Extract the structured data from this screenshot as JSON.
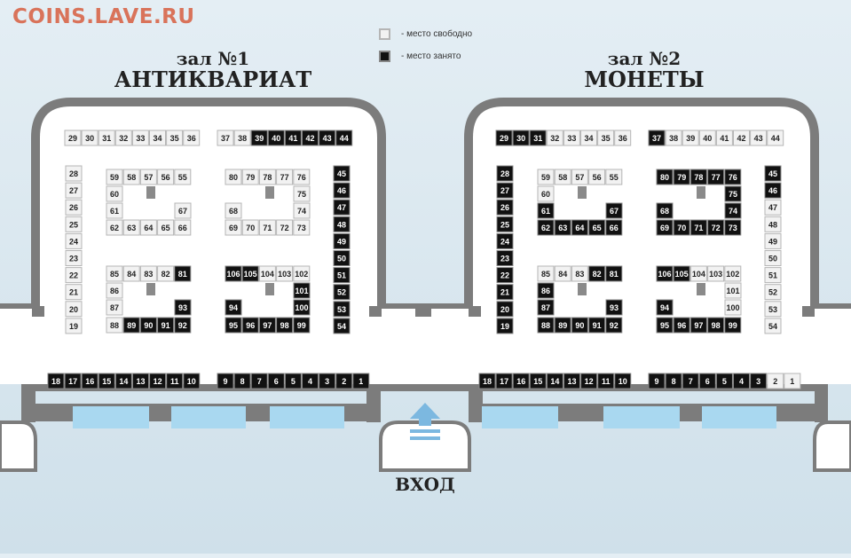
{
  "watermark": "COINS.LAVE.RU",
  "legend": [
    {
      "label": "- место свободно",
      "state": "free"
    },
    {
      "label": "- место занято",
      "state": "busy"
    }
  ],
  "halls": [
    {
      "subtitle": "зал №1",
      "title": "АНТИКВАРИАТ"
    },
    {
      "subtitle": "зал №2",
      "title": "МОНЕТЫ"
    }
  ],
  "entrance": {
    "label": "ВХОД",
    "icon": "up-arrow-icon"
  },
  "colors": {
    "seat_free_fill": "#f2f2f2",
    "seat_free_border": "#b5b5b5",
    "seat_busy_fill": "#111111",
    "seat_busy_border": "#888888",
    "wall": "#7c7c7c",
    "floor": "#ffffff",
    "window": "#a9d8f0"
  },
  "hall1_occupied": [
    39,
    40,
    41,
    42,
    43,
    44,
    45,
    46,
    47,
    48,
    49,
    50,
    51,
    52,
    53,
    54,
    81,
    89,
    90,
    91,
    92,
    93,
    94,
    95,
    96,
    97,
    98,
    99,
    100,
    101,
    105,
    106,
    1,
    2,
    3,
    4,
    5,
    6,
    7,
    8,
    9,
    10,
    11,
    12,
    13,
    14,
    15,
    16,
    17,
    18
  ],
  "hall2_occupied": [
    29,
    30,
    31,
    37,
    45,
    46,
    61,
    62,
    63,
    64,
    65,
    66,
    67,
    68,
    69,
    70,
    71,
    72,
    73,
    74,
    75,
    76,
    77,
    78,
    79,
    80,
    81,
    82,
    86,
    87,
    88,
    89,
    90,
    91,
    92,
    93,
    94,
    95,
    96,
    97,
    98,
    99,
    105,
    106,
    19,
    20,
    21,
    22,
    23,
    24,
    25,
    26,
    27,
    28,
    3,
    4,
    5,
    6,
    7,
    8,
    9,
    10,
    11,
    12,
    13,
    14,
    15,
    16,
    17,
    18
  ]
}
